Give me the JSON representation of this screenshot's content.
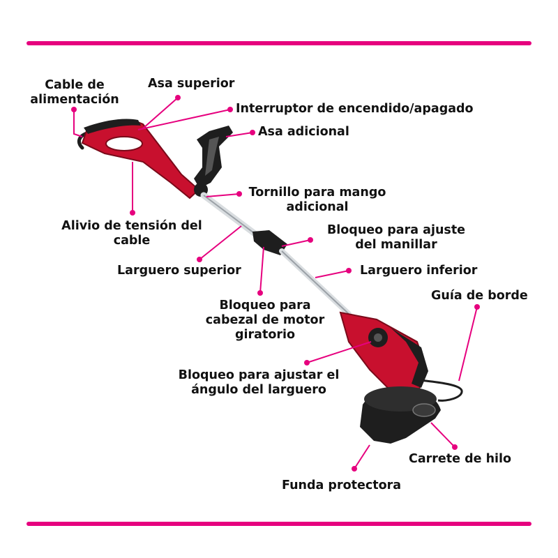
{
  "colors": {
    "accent": "#e6007e",
    "tool_red": "#c8102e",
    "tool_dark": "#1e1e1e",
    "shaft": "#d9dde0"
  },
  "labels": {
    "power_cable": [
      "Cable de",
      "alimentación"
    ],
    "upper_handle": "Asa superior",
    "on_off_switch": "Interruptor de encendido/apagado",
    "additional_handle": "Asa adicional",
    "additional_handle_screw": [
      "Tornillo para mango",
      "adicional"
    ],
    "cable_strain_relief": [
      "Alivio de tensión del",
      "cable"
    ],
    "handlebar_lock": [
      "Bloqueo para ajuste",
      "del manillar"
    ],
    "upper_shaft": "Larguero superior",
    "lower_shaft": "Larguero inferior",
    "motor_head_lock": [
      "Bloqueo para",
      "cabezal de motor",
      "giratorio"
    ],
    "edge_guide": "Guía de borde",
    "shaft_angle_lock": [
      "Bloqueo para ajustar el",
      "ángulo del larguero"
    ],
    "spool": "Carrete de hilo",
    "protective_guard": "Funda protectora"
  }
}
